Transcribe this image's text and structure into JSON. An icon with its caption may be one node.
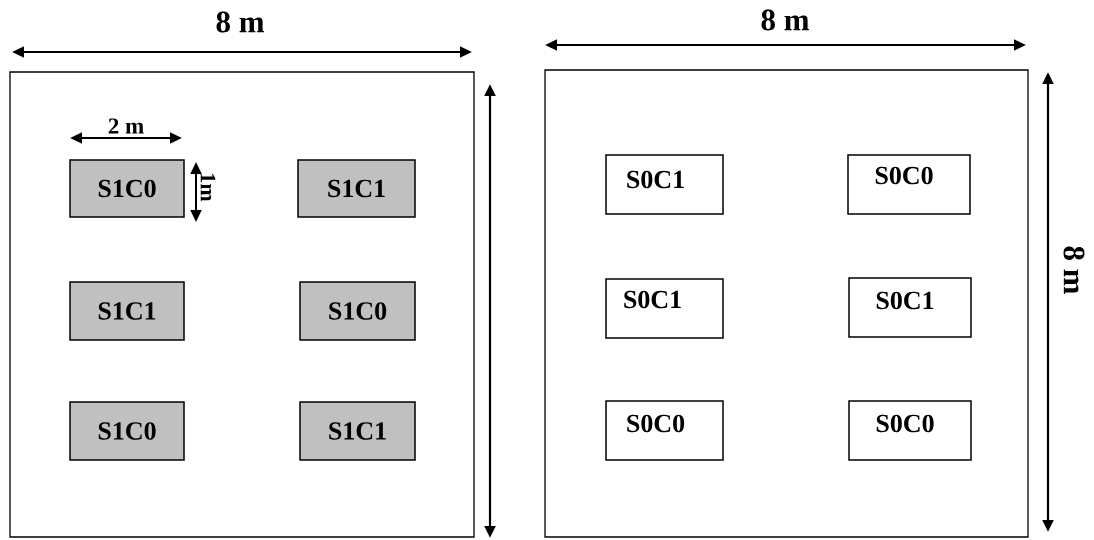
{
  "diagram": {
    "nodes": [
      {
        "text": [],
        "shape": "box"
      },
      {
        "text": [
          "S1C0"
        ],
        "in": 0
      },
      {
        "text": [
          "S1C1"
        ],
        "in": 0
      },
      {
        "text": [
          "S1C1"
        ],
        "in": 0
      },
      {
        "text": [
          "S1C0"
        ],
        "in": 0
      },
      {
        "text": [
          "S1C0"
        ],
        "in": 0
      },
      {
        "text": [
          "S1C1"
        ],
        "in": 0
      },
      {
        "text": [],
        "shape": "box"
      },
      {
        "text": [
          "S0C1"
        ],
        "in": 7
      },
      {
        "text": [
          "S0C0"
        ],
        "in": 7
      },
      {
        "text": [
          "S0C1"
        ],
        "in": 7
      },
      {
        "text": [
          "S0C1"
        ],
        "in": 7
      },
      {
        "text": [
          "S0C0"
        ],
        "in": 7
      },
      {
        "text": [
          "S0C0"
        ],
        "in": 7
      }
    ],
    "labels": [
      "8 m",
      "8 m",
      "2 m",
      "1m",
      "8 m"
    ]
  }
}
